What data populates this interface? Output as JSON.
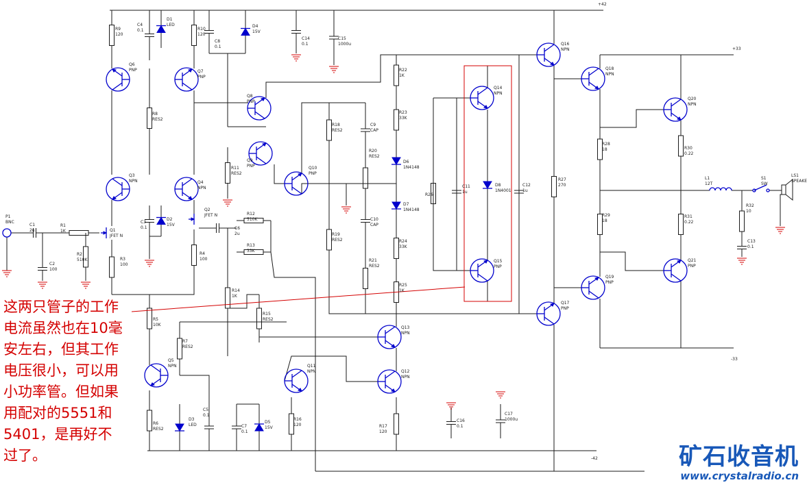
{
  "annotation": {
    "lines": [
      "这两只管子的工作",
      "电流虽然也在10毫",
      "安左右，但其工作",
      "电压很小，可以用",
      "小功率管。但如果",
      "用配对的5551和",
      "5401，是再好不",
      "过了。"
    ]
  },
  "watermark": {
    "site_name": "矿石收音机",
    "url": "www.crystalradio.cn"
  },
  "rails": {
    "pos_main": "+42",
    "neg_main": "-42",
    "pos_out": "+33",
    "neg_out": "-33"
  },
  "colors": {
    "wire": "#1a1a1a",
    "component": "#0000cc",
    "annotation": "#d40000",
    "logo": "#1858b8"
  },
  "components": [
    {
      "ref": "R9",
      "value": "120"
    },
    {
      "ref": "C4",
      "value": "0.1"
    },
    {
      "ref": "D1",
      "value": "LED"
    },
    {
      "ref": "R10",
      "value": "120"
    },
    {
      "ref": "C8",
      "value": "0.1"
    },
    {
      "ref": "D4",
      "value": "15V"
    },
    {
      "ref": "C14",
      "value": "0.1"
    },
    {
      "ref": "C15",
      "value": "1000u"
    },
    {
      "ref": "Q6",
      "value": "PNP"
    },
    {
      "ref": "Q7",
      "value": "PNP"
    },
    {
      "ref": "R8",
      "value": "RES2"
    },
    {
      "ref": "Q8",
      "value": "PNP"
    },
    {
      "ref": "Q9",
      "value": "PNP"
    },
    {
      "ref": "R11",
      "value": "RES2"
    },
    {
      "ref": "Q3",
      "value": "NPN"
    },
    {
      "ref": "Q4",
      "value": "NPN"
    },
    {
      "ref": "C3",
      "value": "0.1"
    },
    {
      "ref": "D2",
      "value": "15V"
    },
    {
      "ref": "Q1",
      "value": "JFET N"
    },
    {
      "ref": "Q2",
      "value": "JFET N"
    },
    {
      "ref": "R3",
      "value": "100"
    },
    {
      "ref": "R4",
      "value": "100"
    },
    {
      "ref": "P1",
      "value": "BNC"
    },
    {
      "ref": "C1",
      "value": "2u"
    },
    {
      "ref": "R1",
      "value": "1K"
    },
    {
      "ref": "R2",
      "value": "510K"
    },
    {
      "ref": "C2",
      "value": "100"
    },
    {
      "ref": "R12",
      "value": "510K"
    },
    {
      "ref": "R13",
      "value": "33K"
    },
    {
      "ref": "C6",
      "value": "2u"
    },
    {
      "ref": "R14",
      "value": "1K"
    },
    {
      "ref": "R15",
      "value": "RES2"
    },
    {
      "ref": "R5",
      "value": "10K"
    },
    {
      "ref": "R7",
      "value": "RES2"
    },
    {
      "ref": "Q5",
      "value": "NPN"
    },
    {
      "ref": "R6",
      "value": "RES2"
    },
    {
      "ref": "D3",
      "value": "LED"
    },
    {
      "ref": "C5",
      "value": "0.1"
    },
    {
      "ref": "C7",
      "value": "0.1"
    },
    {
      "ref": "D5",
      "value": "15V"
    },
    {
      "ref": "Q10",
      "value": "PNP"
    },
    {
      "ref": "R18",
      "value": "RES2"
    },
    {
      "ref": "R19",
      "value": "RES2"
    },
    {
      "ref": "C9",
      "value": "CAP"
    },
    {
      "ref": "R20",
      "value": "RES2"
    },
    {
      "ref": "C10",
      "value": "CAP"
    },
    {
      "ref": "R21",
      "value": "RES2"
    },
    {
      "ref": "R22",
      "value": "1K"
    },
    {
      "ref": "R23",
      "value": "33K"
    },
    {
      "ref": "D6",
      "value": "1N4148"
    },
    {
      "ref": "D7",
      "value": "1N4148"
    },
    {
      "ref": "R24",
      "value": "33K"
    },
    {
      "ref": "R25",
      "value": "1K"
    },
    {
      "ref": "R26",
      "value": ""
    },
    {
      "ref": "C11",
      "value": "1u"
    },
    {
      "ref": "D8",
      "value": "1N4001"
    },
    {
      "ref": "C12",
      "value": "1u"
    },
    {
      "ref": "Q14",
      "value": "NPN"
    },
    {
      "ref": "Q15",
      "value": "PNP"
    },
    {
      "ref": "Q13",
      "value": "NPN"
    },
    {
      "ref": "Q12",
      "value": "NPN"
    },
    {
      "ref": "Q11",
      "value": "NPN"
    },
    {
      "ref": "R16",
      "value": "120"
    },
    {
      "ref": "R17",
      "value": "120"
    },
    {
      "ref": "C16",
      "value": "0.1"
    },
    {
      "ref": "C17",
      "value": "1000u"
    },
    {
      "ref": "Q16",
      "value": "NPN"
    },
    {
      "ref": "Q17",
      "value": "PNP"
    },
    {
      "ref": "R27",
      "value": "270"
    },
    {
      "ref": "Q18",
      "value": "NPN"
    },
    {
      "ref": "Q19",
      "value": "PNP"
    },
    {
      "ref": "R28",
      "value": "18"
    },
    {
      "ref": "R29",
      "value": "18"
    },
    {
      "ref": "Q20",
      "value": "NPN"
    },
    {
      "ref": "Q21",
      "value": "PNP"
    },
    {
      "ref": "R30",
      "value": "0.22"
    },
    {
      "ref": "R31",
      "value": "0.22"
    },
    {
      "ref": "L1",
      "value": "12T"
    },
    {
      "ref": "S1",
      "value": "SW"
    },
    {
      "ref": "LS1",
      "value": "SPEAKER"
    },
    {
      "ref": "R32",
      "value": "10"
    },
    {
      "ref": "C13",
      "value": "0.1"
    }
  ]
}
